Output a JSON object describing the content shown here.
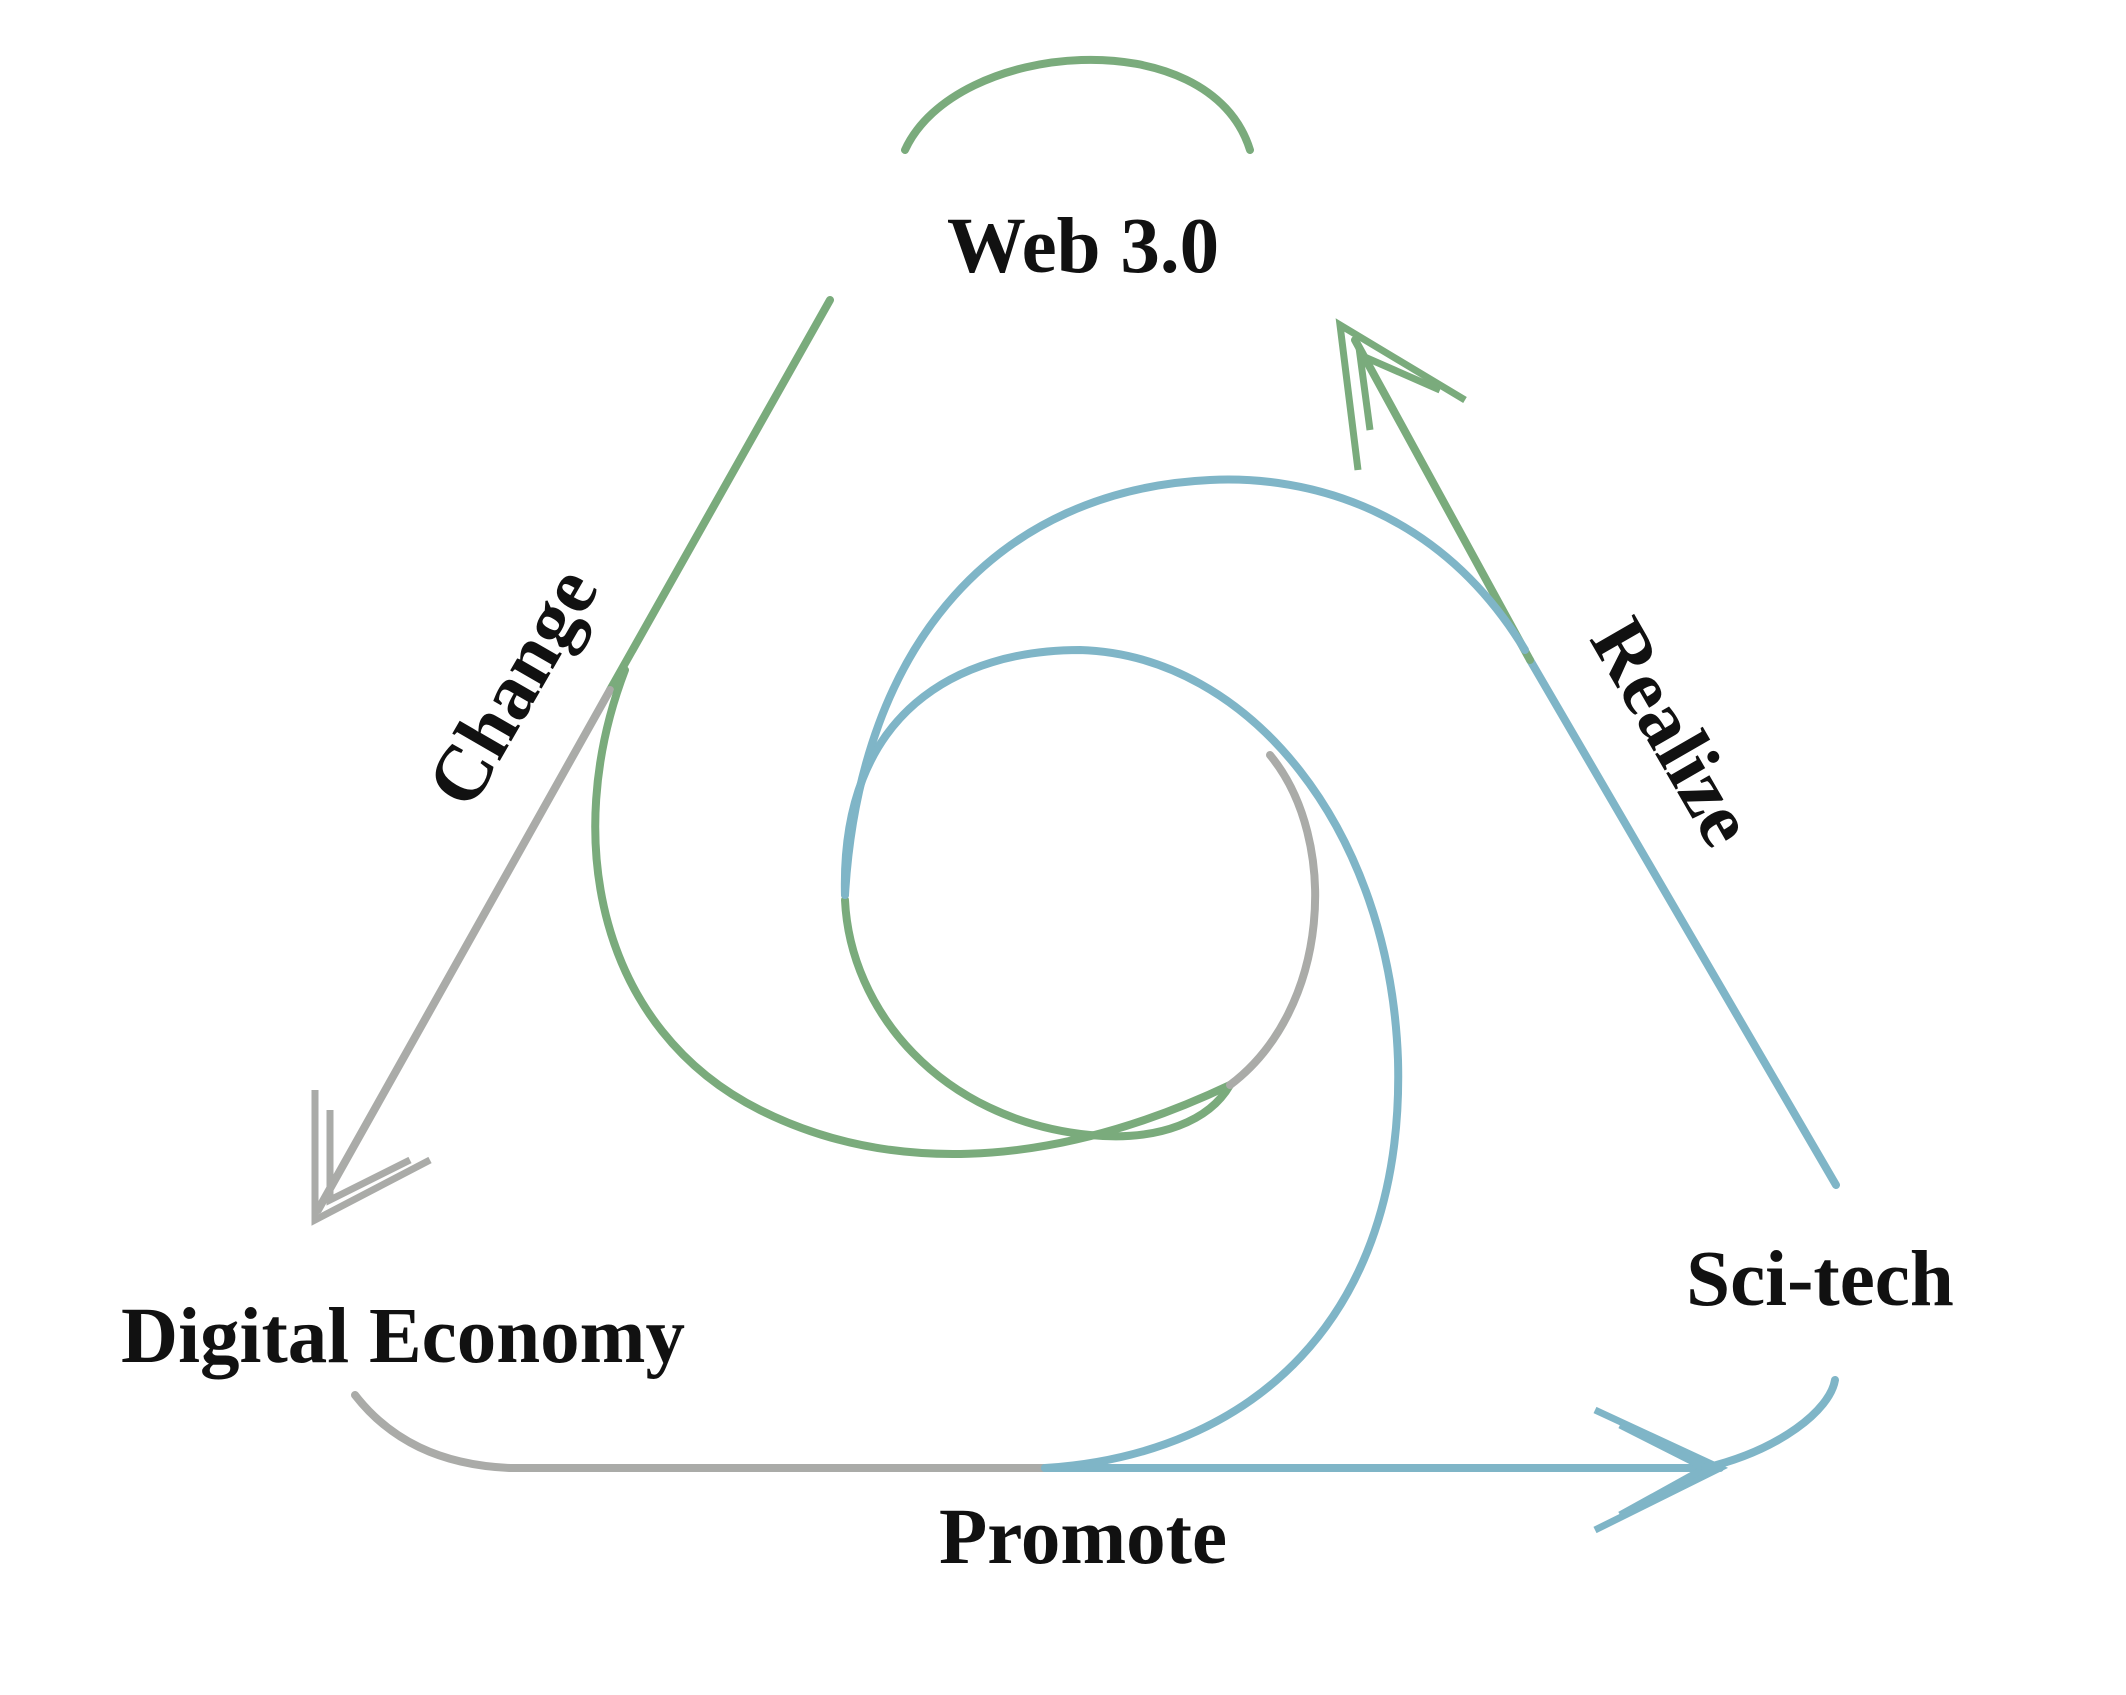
{
  "colors": {
    "green": "#7aab7c",
    "gray": "#aaaba8",
    "blue": "#7fb5c7",
    "text": "#111111",
    "background": "#ffffff"
  },
  "nodes": {
    "web": {
      "label": "Web 3.0"
    },
    "digital_economy": {
      "label": "Digital Economy"
    },
    "scitech": {
      "label": "Sci-tech"
    }
  },
  "edges": {
    "change": {
      "label": "Change",
      "from": "Web 3.0",
      "to": "Digital Economy"
    },
    "realize": {
      "label": "Realize",
      "from": "Sci-tech",
      "to": "Web 3.0"
    },
    "promote": {
      "label": "Promote",
      "from": "Digital Economy",
      "to": "Sci-tech"
    }
  }
}
